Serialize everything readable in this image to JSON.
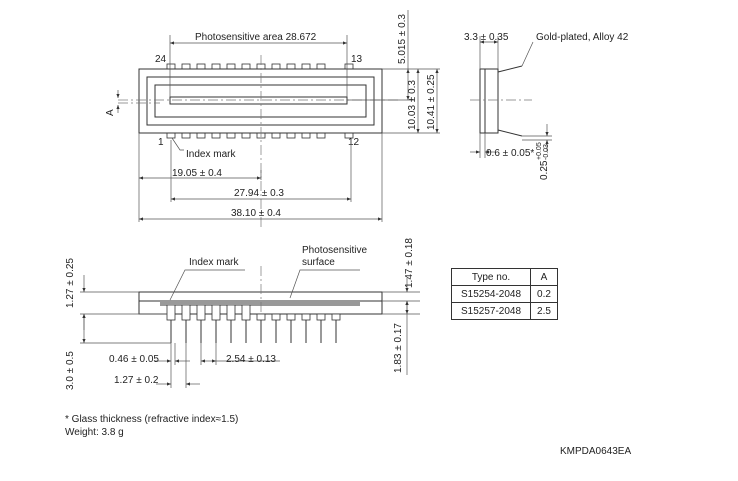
{
  "top_view": {
    "photosensitive_area": "Photosensitive area 28.672",
    "pin_24": "24",
    "pin_13": "13",
    "pin_1": "1",
    "pin_12": "12",
    "index_mark": "Index mark",
    "dim_19": "19.05 ± 0.4",
    "dim_27": "27.94 ± 0.3",
    "dim_38": "38.10 ± 0.4",
    "dim_5015": "5.015 ± 0.3",
    "dim_1003": "10.03 ± 0.3",
    "dim_1041": "10.41 ± 0.25",
    "label_a": "A"
  },
  "side_view": {
    "dim_33": "3.3 ± 0.35",
    "gold_plated": "Gold-plated, Alloy 42",
    "dim_06": "0.6 ± 0.05*",
    "dim_025": "0.25",
    "dim_025_tol_upper": "+0.05",
    "dim_025_tol_lower": "-0.03"
  },
  "front_view": {
    "index_mark": "Index mark",
    "photosensitive": "Photosensitive",
    "surface": "surface",
    "dim_127_v": "1.27 ± 0.25",
    "dim_30": "3.0 ± 0.5",
    "dim_046": "0.46 ± 0.05",
    "dim_254": "2.54 ± 0.13",
    "dim_127_h": "1.27 ± 0.2",
    "dim_147": "1.47 ± 0.18",
    "dim_183": "1.83 ± 0.17"
  },
  "table": {
    "headers": [
      "Type no.",
      "A"
    ],
    "rows": [
      [
        "S15254-2048",
        "0.2"
      ],
      [
        "S15257-2048",
        "2.5"
      ]
    ]
  },
  "notes": {
    "glass": "* Glass thickness (refractive index≈1.5)",
    "weight": "Weight: 3.8 g"
  },
  "drawing_code": "KMPDA0643EA"
}
